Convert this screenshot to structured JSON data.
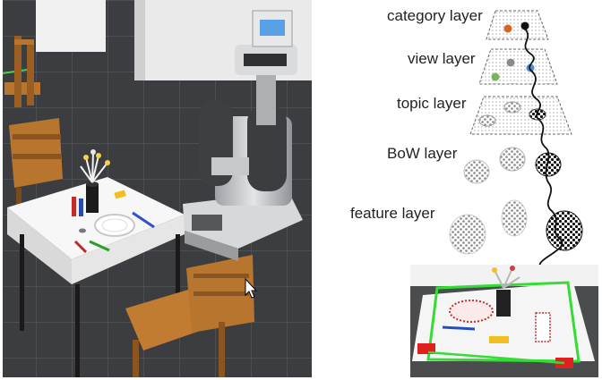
{
  "layers": {
    "category": "category layer",
    "view": "view layer",
    "topic": "topic layer",
    "bow": "BoW layer",
    "feature": "feature layer"
  },
  "icons": {
    "cursor": "mouse-pointer-icon"
  },
  "colors": {
    "category_dot_orange": "#d9641e",
    "category_dot_black": "#111111",
    "view_dot_gray": "#8a8a8a",
    "view_dot_green": "#7cb35a",
    "view_dot_blue": "#4d8fcf",
    "table_border_green": "#33dd33",
    "marker_red": "#e02020",
    "chair_brown": "#b8752e",
    "floor_dark": "#3a3c3e"
  }
}
